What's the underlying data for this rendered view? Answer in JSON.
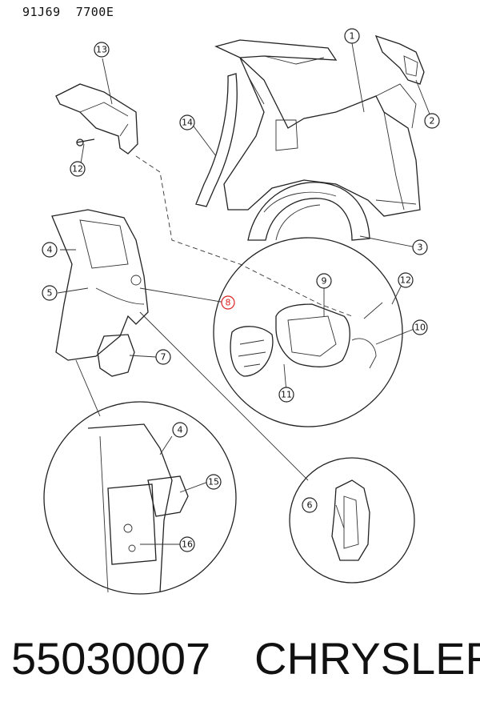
{
  "header": {
    "doc_code": "91J69  7700E"
  },
  "callouts": [
    {
      "id": "c1",
      "label": "1"
    },
    {
      "id": "c2",
      "label": "2"
    },
    {
      "id": "c3",
      "label": "3"
    },
    {
      "id": "c4a",
      "label": "4"
    },
    {
      "id": "c4b",
      "label": "4"
    },
    {
      "id": "c5",
      "label": "5"
    },
    {
      "id": "c6",
      "label": "6"
    },
    {
      "id": "c7",
      "label": "7"
    },
    {
      "id": "c8",
      "label": "8"
    },
    {
      "id": "c9",
      "label": "9"
    },
    {
      "id": "c10",
      "label": "10"
    },
    {
      "id": "c11",
      "label": "11"
    },
    {
      "id": "c12a",
      "label": "12"
    },
    {
      "id": "c12b",
      "label": "12"
    },
    {
      "id": "c13",
      "label": "13"
    },
    {
      "id": "c14",
      "label": "14"
    },
    {
      "id": "c15",
      "label": "15"
    },
    {
      "id": "c16",
      "label": "16"
    }
  ],
  "footer": {
    "part_number": "55030007",
    "brand": "CHRYSLER"
  }
}
